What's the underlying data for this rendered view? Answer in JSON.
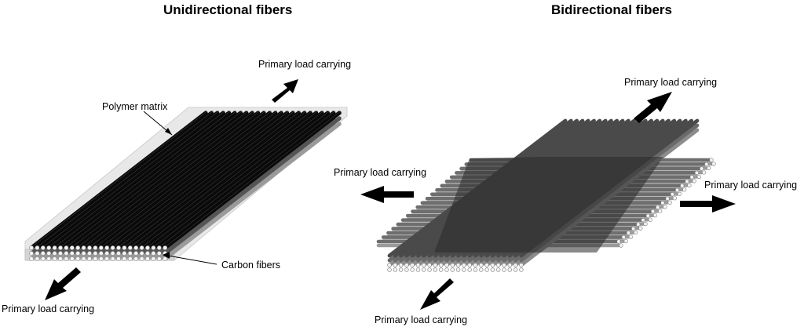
{
  "headings": {
    "unidirectional": "Unidirectional fibers",
    "bidirectional": "Bidirectional fibers"
  },
  "unidirectional_panel": {
    "label_polymer_matrix": "Polymer matrix",
    "label_carbon_fibers": "Carbon fibers",
    "load_top_right": "Primary load carrying",
    "load_bottom_left": "Primary load carrying"
  },
  "bidirectional_panel": {
    "load_top": "Primary load carrying",
    "load_left": "Primary load carrying",
    "load_right": "Primary load carrying",
    "load_bottom": "Primary load carrying"
  },
  "colors": {
    "fiber_dark": "#0a0a0a",
    "fiber_grey": "#555555",
    "fiber_light": "#9a9a9a",
    "matrix": "#e6e6e6",
    "arrow": "#000000"
  },
  "icons": {
    "load_arrow": "arrow-icon",
    "fiber_end": "circle"
  }
}
